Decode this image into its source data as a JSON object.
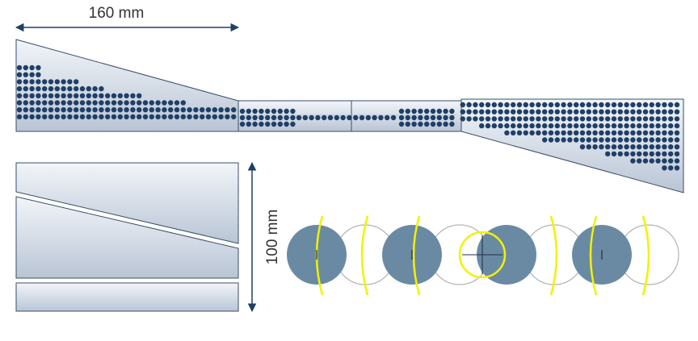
{
  "labels": {
    "width_dimension": "160 mm",
    "height_dimension": "100 mm"
  },
  "colors": {
    "dot": "#1f3f66",
    "panel_fill_top": "#f2f5f9",
    "panel_fill_bottom": "#b9c5d5",
    "panel_stroke": "#3b4e66",
    "arrow": "#1f3f66",
    "circle_fill": "#6a8aa4",
    "circle_outline": "#b3b3b3",
    "highlight": "#f2f200"
  },
  "shapes": {
    "slanted_panel_icon": "wedge-shaped-panel",
    "connector_icon": "transition-channel",
    "dot_pattern_icon": "dot-grid",
    "stack_icon": "stacked-plates",
    "circle_row_icon": "overlapping-circles"
  }
}
